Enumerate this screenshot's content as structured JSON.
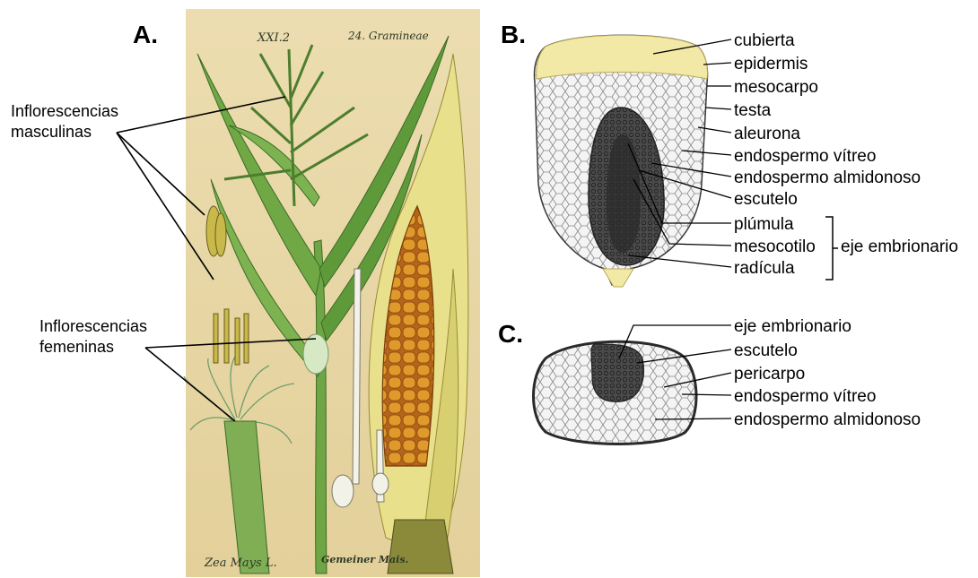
{
  "panels": {
    "a": "A.",
    "b": "B.",
    "c": "C."
  },
  "left_labels": {
    "masculinas": [
      "Inflorescencias",
      "masculinas"
    ],
    "femeninas": [
      "Inflorescencias",
      "femeninas"
    ]
  },
  "plate": {
    "plate_number": "XXI.2",
    "header_right": "24. Gramineae",
    "caption": "Gemeiner Mais.",
    "species": "Zea Mays L."
  },
  "kernel_labels": [
    "cubierta",
    "epidermis",
    "mesocarpo",
    "testa",
    "aleurona",
    "endospermo vítreo",
    "endospermo almidonoso",
    "escutelo",
    "plúmula",
    "mesocotilo",
    "radícula"
  ],
  "eje_label": "eje embrionario",
  "cross_labels": [
    "eje embrionario",
    "escutelo",
    "pericarpo",
    "endospermo vítreo",
    "endospermo almidonoso"
  ],
  "colors": {
    "plate_bg": "#e9d9a8",
    "leaf": "#5f9a3a",
    "cob": "#d98a1f",
    "cap": "#f3e9a6",
    "tissue": "#6b6b6b"
  }
}
